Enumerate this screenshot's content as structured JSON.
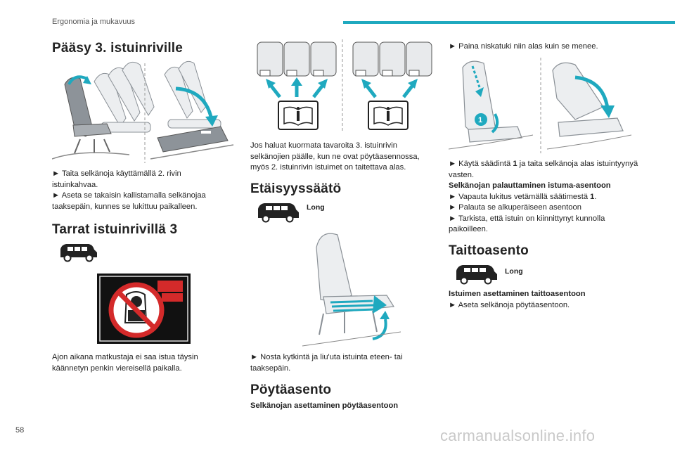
{
  "header": {
    "section": "Ergonomia ja mukavuus"
  },
  "page_number": "58",
  "watermark": "carmanualsonline.info",
  "left": {
    "title_access": "Pääsy 3. istuinriville",
    "access_step1": "► Taita selkänoja käyttämällä 2. rivin istuinkahvaa.",
    "access_step2": "► Aseta se takaisin kallistamalla selkänojaa taaksepäin, kunnes se lukittuu paikalleen.",
    "title_tarrat": "Tarrat istuinrivillä 3",
    "warning_text": "Ajon aikana matkustaja ei saa istua täysin käännetyn penkin viereisellä paikalla."
  },
  "middle": {
    "cargo_text": "Jos haluat kuormata tavaroita 3. istuinrivin selkänojien päälle, kun ne ovat pöytäasennossa, myös 2. istuinrivin istuimet on taitettava alas.",
    "title_distance": "Etäisyyssäätö",
    "distance_badge": "Long",
    "distance_step": "► Nosta kytkintä ja liu'uta istuinta eteen- tai taaksepäin.",
    "title_table": "Pöytäasento",
    "table_subtitle": "Selkänojan asettaminen pöytäasentoon"
  },
  "right": {
    "headrest_step": "► Paina niskatuki niin alas kuin se menee.",
    "callout_number": "1",
    "fold_step_a": "► Käytä säädintä ",
    "fold_step_bold": "1",
    "fold_step_b": " ja taita selkänoja alas istuintyynyä vasten.",
    "restore_title": "Selkänojan palauttaminen istuma-asentoon",
    "restore_step1_a": "► Vapauta lukitus vetämällä säätimestä ",
    "restore_step1_bold": "1",
    "restore_step1_b": ".",
    "restore_step2": "► Palauta se alkuperäiseen asentoon",
    "restore_step3": "► Tarkista, että istuin on kiinnittynyt kunnolla paikoilleen.",
    "title_fold": "Taittoasento",
    "fold_badge": "Long",
    "fold_subtitle": "Istuimen asettaminen taittoasentoon",
    "fold_step": "► Aseta selkänoja pöytäasentoon."
  },
  "colors": {
    "accent": "#1fa9bf",
    "warning_bg": "#111111",
    "warning_red": "#d42a2a"
  }
}
